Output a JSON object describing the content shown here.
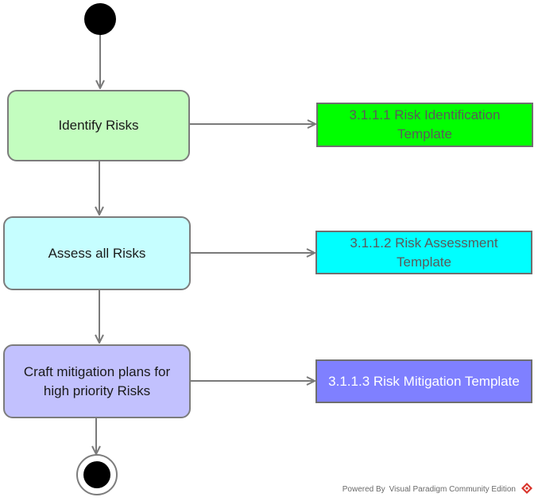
{
  "diagram": {
    "actions": [
      {
        "id": "identify",
        "label": "Identify Risks",
        "fill": "#c3fdbf"
      },
      {
        "id": "assess",
        "label": "Assess all Risks",
        "fill": "#c6feff"
      },
      {
        "id": "craft",
        "label": "Craft mitigation plans for high priority Risks",
        "fill": "#c2c1fe"
      }
    ],
    "artifacts": [
      {
        "id": "identification",
        "label": "3.1.1.1 Risk Identification Template",
        "fill": "#00ff00"
      },
      {
        "id": "assessment",
        "label": "3.1.1.2 Risk Assessment Template",
        "fill": "#00ffff"
      },
      {
        "id": "mitigation",
        "label": "3.1.1.3 Risk Mitigation Template",
        "fill": "#7f80ff"
      }
    ]
  },
  "footer": {
    "text": "Powered By Visual Paradigm Community Edition"
  },
  "colors": {
    "edge": "#7a7a7a",
    "node_border": "#7c7c7c",
    "initial_node": "#000000",
    "brand": "#d9342b"
  }
}
